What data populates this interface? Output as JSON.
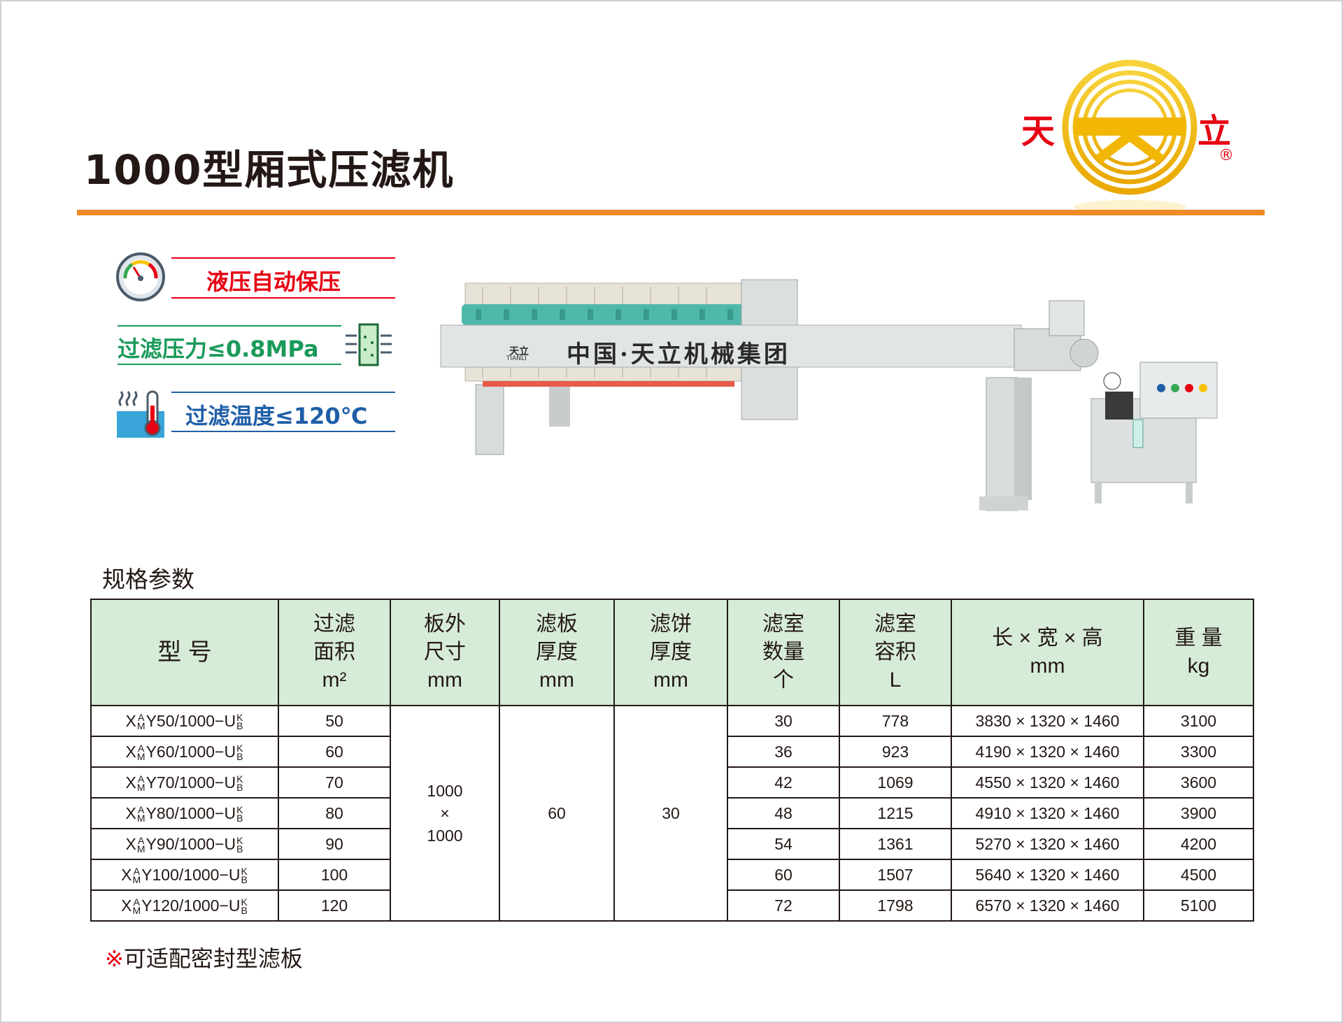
{
  "title": "1000型厢式压滤机",
  "logo": {
    "left_char": "天",
    "right_char": "立",
    "registered": "®"
  },
  "features": [
    {
      "text": "液压自动保压",
      "color": "#e60012",
      "icon": "pressure-gauge-icon"
    },
    {
      "text": "过滤压力≤0.8MPa",
      "color": "#1a9a5a",
      "icon": "filter-plate-icon"
    },
    {
      "text": "过滤温度≤120℃",
      "color": "#1f5fa8",
      "icon": "thermometer-icon"
    }
  ],
  "machine": {
    "frame_text": "中国·天立机械集团",
    "badge_top": "天立",
    "badge_bottom": "TIANLI"
  },
  "spec_title": "规格参数",
  "table": {
    "headers": [
      {
        "lines": [
          "型 号"
        ]
      },
      {
        "lines": [
          "过滤",
          "面积",
          "m²"
        ]
      },
      {
        "lines": [
          "板外",
          "尺寸",
          "mm"
        ]
      },
      {
        "lines": [
          "滤板",
          "厚度",
          "mm"
        ]
      },
      {
        "lines": [
          "滤饼",
          "厚度",
          "mm"
        ]
      },
      {
        "lines": [
          "滤室",
          "数量",
          "个"
        ]
      },
      {
        "lines": [
          "滤室",
          "容积",
          "L"
        ]
      },
      {
        "lines": [
          "长 × 宽 × 高",
          "mm"
        ]
      },
      {
        "lines": [
          "重 量",
          "kg"
        ]
      }
    ],
    "model_parts": {
      "prefix": "X",
      "top1": "A",
      "bottom1": "M",
      "top2": "K",
      "bottom2": "B"
    },
    "rows": [
      {
        "model_mid": "Y50/1000−U",
        "area": "50",
        "chambers": "30",
        "volume": "778",
        "dims": "3830 × 1320 × 1460",
        "weight": "3100"
      },
      {
        "model_mid": "Y60/1000−U",
        "area": "60",
        "chambers": "36",
        "volume": "923",
        "dims": "4190 × 1320 × 1460",
        "weight": "3300"
      },
      {
        "model_mid": "Y70/1000−U",
        "area": "70",
        "chambers": "42",
        "volume": "1069",
        "dims": "4550 × 1320 × 1460",
        "weight": "3600"
      },
      {
        "model_mid": "Y80/1000−U",
        "area": "80",
        "chambers": "48",
        "volume": "1215",
        "dims": "4910 × 1320 × 1460",
        "weight": "3900"
      },
      {
        "model_mid": "Y90/1000−U",
        "area": "90",
        "chambers": "54",
        "volume": "1361",
        "dims": "5270 × 1320 × 1460",
        "weight": "4200"
      },
      {
        "model_mid": "Y100/1000−U",
        "area": "100",
        "chambers": "60",
        "volume": "1507",
        "dims": "5640 × 1320 × 1460",
        "weight": "4500"
      },
      {
        "model_mid": "Y120/1000−U",
        "area": "120",
        "chambers": "72",
        "volume": "1798",
        "dims": "6570 × 1320 × 1460",
        "weight": "5100"
      }
    ],
    "merged": {
      "plate_size": [
        "1000",
        "×",
        "1000"
      ],
      "plate_thickness": "60",
      "cake_thickness": "30"
    }
  },
  "note": {
    "mark": "※",
    "text": "可适配密封型滤板"
  }
}
